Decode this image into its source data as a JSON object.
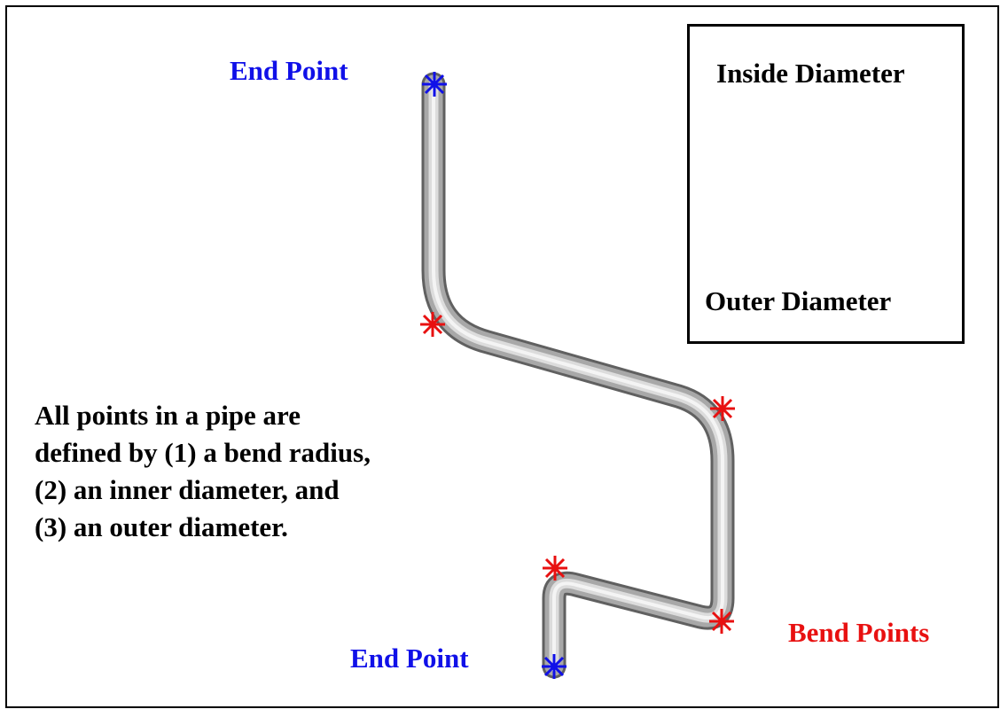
{
  "labels": {
    "end_point_top": "End Point",
    "end_point_bottom": "End Point",
    "bend_points": "Bend Points",
    "inside_diameter": "Inside Diameter",
    "outer_diameter": "Outer Diameter"
  },
  "note_lines": [
    "All points in a pipe are",
    "defined by (1) a bend radius,",
    "(2) an inner diameter, and",
    "(3) an outer diameter."
  ],
  "colors": {
    "end_point_marker": "#1010e8",
    "bend_point_marker": "#e81010",
    "pipe": "#a8a8a8",
    "arrow": "#e81010"
  }
}
